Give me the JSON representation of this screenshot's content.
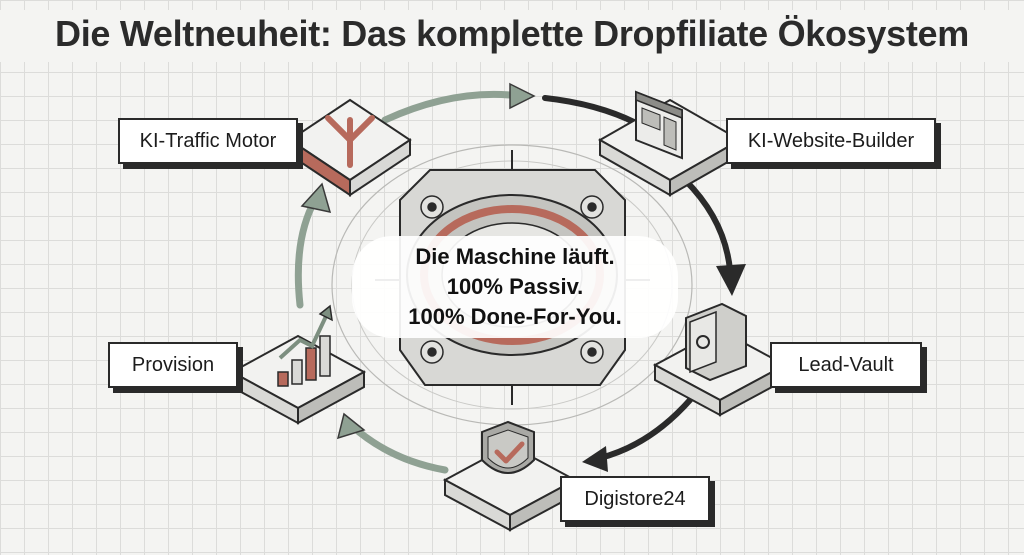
{
  "title": "Die Weltneuheit: Das komplette Dropfiliate Ökosystem",
  "center": {
    "line1": "Die Maschine läuft.",
    "line2": "100% Passiv.",
    "line3": "100% Done-For-You."
  },
  "nodes": {
    "traffic": {
      "label": "KI-Traffic Motor",
      "icon": "split-arrows-icon"
    },
    "website": {
      "label": "KI-Website-Builder",
      "icon": "browser-window-icon"
    },
    "vault": {
      "label": "Lead-Vault",
      "icon": "safe-icon"
    },
    "digistore": {
      "label": "Digistore24",
      "icon": "shield-check-icon"
    },
    "provision": {
      "label": "Provision",
      "icon": "growth-chart-icon"
    }
  },
  "colors": {
    "accent": "#b76a5c",
    "cycle_dark": "#2a2a2a",
    "cycle_green": "#7d8f80",
    "ink": "#2a2a2a"
  }
}
